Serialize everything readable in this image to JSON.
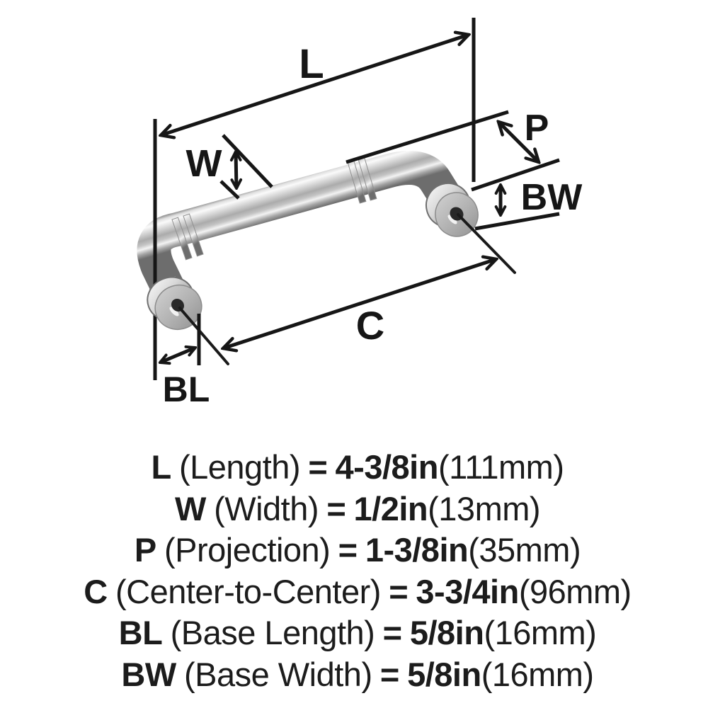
{
  "diagram": {
    "labels": {
      "length": "L",
      "width": "W",
      "projection": "P",
      "center_to_center": "C",
      "base_length": "BL",
      "base_width": "BW"
    }
  },
  "specs": [
    {
      "code": "L",
      "name": "(Length)",
      "eq": "=",
      "value": "4-3/8in",
      "metric": "(111mm)"
    },
    {
      "code": "W",
      "name": "(Width)",
      "eq": "=",
      "value": "1/2in",
      "metric": "(13mm)"
    },
    {
      "code": "P",
      "name": "(Projection)",
      "eq": "=",
      "value": "1-3/8in",
      "metric": "(35mm)"
    },
    {
      "code": "C",
      "name": "(Center-to-Center)",
      "eq": "=",
      "value": "3-3/4in",
      "metric": "(96mm)"
    },
    {
      "code": "BL",
      "name": "(Base Length)",
      "eq": "=",
      "value": "5/8in",
      "metric": "(16mm)"
    },
    {
      "code": "BW",
      "name": "(Base Width)",
      "eq": "=",
      "value": "5/8in",
      "metric": "(16mm)"
    }
  ],
  "colors": {
    "line": "#161616",
    "text": "#1c1c1c",
    "background": "#ffffff",
    "metal_highlight": "#fafafa",
    "metal_mid": "#ababab",
    "metal_shadow": "#6d6d6d",
    "base_face": "#b2b2b2"
  }
}
